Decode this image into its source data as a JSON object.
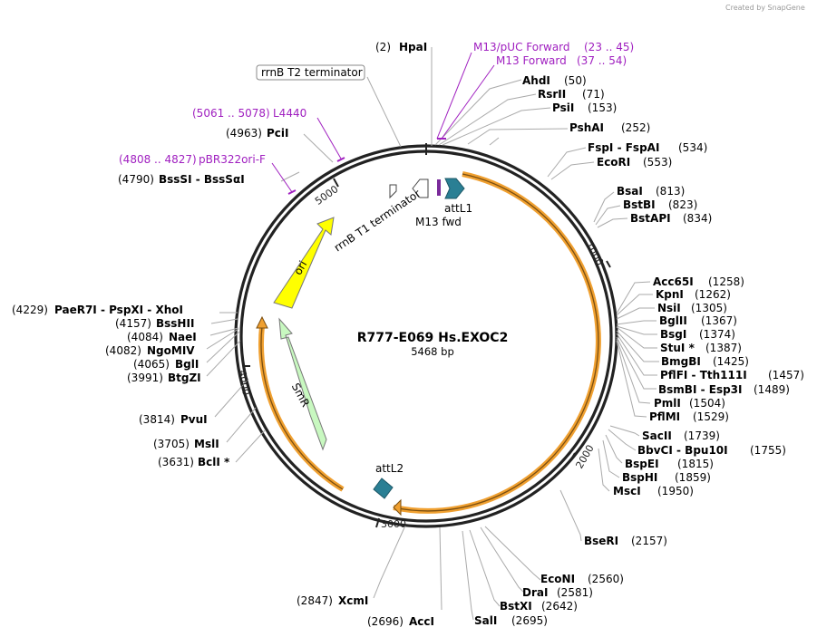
{
  "credit": "Created by SnapGene",
  "plasmid": {
    "name": "R777-E069 Hs.EXOC2",
    "size": "5468 bp",
    "length": 5468
  },
  "ticks": [
    "1000",
    "2000",
    "3000",
    "4000",
    "5000"
  ],
  "features": {
    "attL1": "attL1",
    "m13fwd": "M13 fwd",
    "rrnb_t1": "rrnB T1 terminator",
    "rrnb_t2": "rrnB T2 terminator",
    "ori": "ori",
    "smr": "SmR",
    "attL2": "attL2"
  },
  "primers": [
    {
      "range": "(23 .. 45)",
      "name": "M13/pUC Forward"
    },
    {
      "range": "(37 .. 54)",
      "name": "M13 Forward"
    },
    {
      "range": "(5061 .. 5078)",
      "name": "L4440"
    },
    {
      "range": "(4808 .. 4827)",
      "name": "pBR322ori-F"
    }
  ],
  "sites_right": [
    {
      "name": "AhdI",
      "pos": "(50)"
    },
    {
      "name": "RsrII",
      "pos": "(71)"
    },
    {
      "name": "PsiI",
      "pos": "(153)"
    },
    {
      "name": "PshAI",
      "pos": "(252)"
    },
    {
      "name": "FspI  -  FspAI",
      "pos": "(534)"
    },
    {
      "name": "EcoRI",
      "pos": "(553)"
    },
    {
      "name": "BsaI",
      "pos": "(813)"
    },
    {
      "name": "BstBI",
      "pos": "(823)"
    },
    {
      "name": "BstAPI",
      "pos": "(834)"
    },
    {
      "name": "Acc65I",
      "pos": "(1258)"
    },
    {
      "name": "KpnI",
      "pos": "(1262)"
    },
    {
      "name": "NsiI",
      "pos": "(1305)"
    },
    {
      "name": "BglII",
      "pos": "(1367)"
    },
    {
      "name": "BsgI",
      "pos": "(1374)"
    },
    {
      "name": "StuI *",
      "pos": "(1387)"
    },
    {
      "name": "BmgBI",
      "pos": "(1425)"
    },
    {
      "name": "PflFI  -  Tth111I",
      "pos": "(1457)"
    },
    {
      "name": "BsmBI  -  Esp3I",
      "pos": "(1489)"
    },
    {
      "name": "PmlI",
      "pos": "(1504)"
    },
    {
      "name": "PflMI",
      "pos": "(1529)"
    },
    {
      "name": "SacII",
      "pos": "(1739)"
    },
    {
      "name": "BbvCI  -  Bpu10I",
      "pos": "(1755)"
    },
    {
      "name": "BspEI",
      "pos": "(1815)"
    },
    {
      "name": "BspHI",
      "pos": "(1859)"
    },
    {
      "name": "MscI",
      "pos": "(1950)"
    },
    {
      "name": "BseRI",
      "pos": "(2157)"
    },
    {
      "name": "EcoNI",
      "pos": "(2560)"
    },
    {
      "name": "DraI",
      "pos": "(2581)"
    },
    {
      "name": "BstXI",
      "pos": "(2642)"
    },
    {
      "name": "SalI",
      "pos": "(2695)"
    }
  ],
  "sites_left": [
    {
      "name": "HpaI",
      "pos": "(2)"
    },
    {
      "name": "PciI",
      "pos": "(4963)"
    },
    {
      "name": "BssSI  -  BssSαI",
      "pos": "(4790)"
    },
    {
      "name": "PaeR7I  -  PspXI  -  XhoI",
      "pos": "(4229)"
    },
    {
      "name": "BssHII",
      "pos": "(4157)"
    },
    {
      "name": "NaeI",
      "pos": "(4084)"
    },
    {
      "name": "NgoMIV",
      "pos": "(4082)"
    },
    {
      "name": "BglI",
      "pos": "(4065)"
    },
    {
      "name": "BtgZI",
      "pos": "(3991)"
    },
    {
      "name": "PvuI",
      "pos": "(3814)"
    },
    {
      "name": "MslI",
      "pos": "(3705)"
    },
    {
      "name": "BclI *",
      "pos": "(3631)"
    },
    {
      "name": "XcmI",
      "pos": "(2847)"
    },
    {
      "name": "AccI",
      "pos": "(2696)"
    }
  ],
  "colors": {
    "backbone": "#222222",
    "orange_feature": "#f0a030",
    "ori": "#ffff00",
    "smr": "#c8f8c0",
    "att": "#2a7f94",
    "primer": "#a020c0"
  }
}
